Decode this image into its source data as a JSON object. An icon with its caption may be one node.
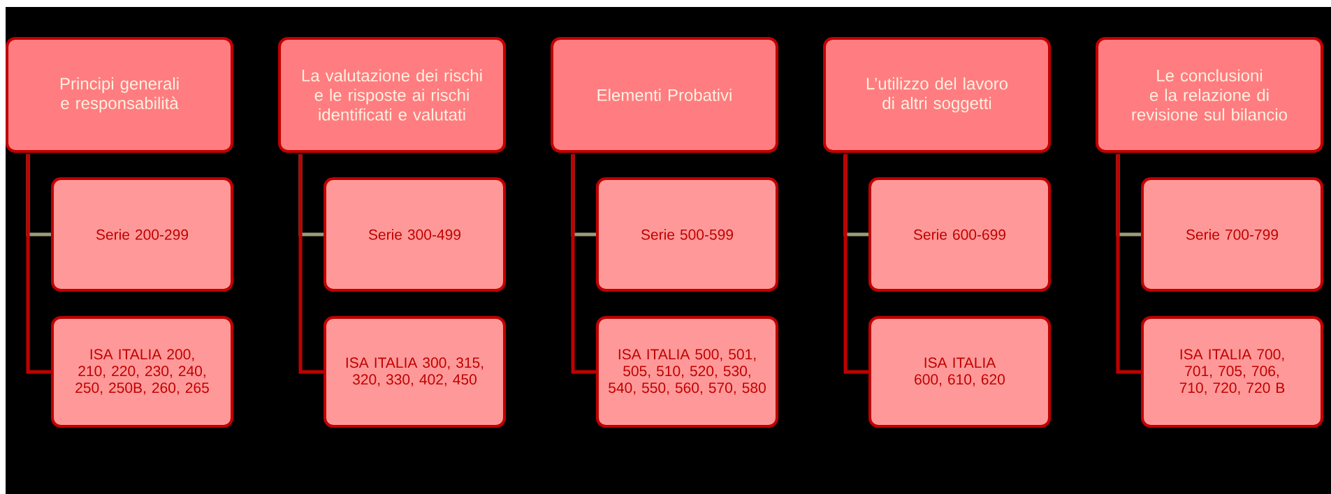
{
  "diagram": {
    "nodes": [
      {
        "text": [
          "Principi generali e responsabilità"
        ]
      },
      {
        "text": [
          "Serie 200-299"
        ]
      },
      {
        "text": [
          "ISA ITALIA 200, 210, 220, 230, 240, 250, 250B, 260, 265"
        ]
      },
      {
        "text": [
          "La valutazione dei rischi e le risposte ai rischi identificati e valutati"
        ]
      },
      {
        "text": [
          "Serie 300-499"
        ]
      },
      {
        "text": [
          "ISA ITALIA 300, 315, 320, 330, 402, 450"
        ]
      },
      {
        "text": [
          "Elementi  Probativi"
        ]
      },
      {
        "text": [
          "Serie 500-599"
        ]
      },
      {
        "text": [
          "ISA ITALIA 500, 501, 505, 510, 520, 530, 540, 550, 560, 570, 580"
        ]
      },
      {
        "text": [
          "L’utilizzo del lavoro di altri soggetti"
        ]
      },
      {
        "text": [
          "Serie 600-699"
        ]
      },
      {
        "text": [
          "ISA ITALIA 600, 610, 620"
        ]
      },
      {
        "text": [
          "Le conclusioni e la relazione di revisione sul bilancio"
        ]
      },
      {
        "text": [
          "Serie 700-799"
        ]
      },
      {
        "text": [
          "ISA ITALIA 700, 701, 705, 706, 710, 720, 720 B"
        ]
      }
    ],
    "edges": [
      {
        "from": 0,
        "to": 1,
        "arrow": "none",
        "color": "#9c9c7a"
      },
      {
        "from": 0,
        "to": 2,
        "arrow": "none",
        "color": "#c00000"
      },
      {
        "from": 3,
        "to": 4,
        "arrow": "none",
        "color": "#9c9c7a"
      },
      {
        "from": 3,
        "to": 5,
        "arrow": "none",
        "color": "#c00000"
      },
      {
        "from": 6,
        "to": 7,
        "arrow": "none",
        "color": "#9c9c7a"
      },
      {
        "from": 6,
        "to": 8,
        "arrow": "none",
        "color": "#c00000"
      },
      {
        "from": 9,
        "to": 10,
        "arrow": "none",
        "color": "#9c9c7a"
      },
      {
        "from": 9,
        "to": 11,
        "arrow": "none",
        "color": "#c00000"
      },
      {
        "from": 12,
        "to": 13,
        "arrow": "none",
        "color": "#9c9c7a"
      },
      {
        "from": 12,
        "to": 14,
        "arrow": "none",
        "color": "#c00000"
      }
    ]
  }
}
